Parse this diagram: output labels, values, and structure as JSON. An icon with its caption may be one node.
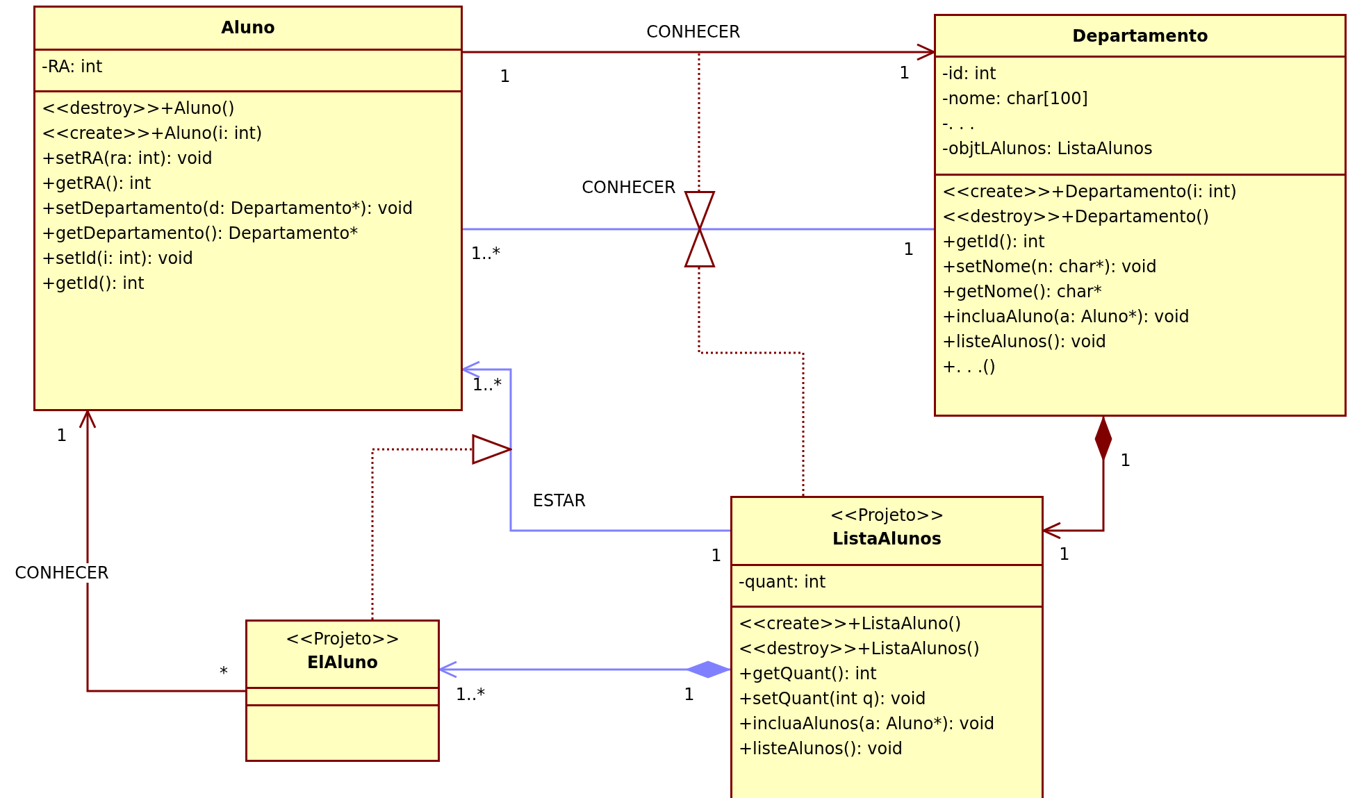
{
  "diagram": {
    "nodes": [
      {
        "text": [
          "Aluno"
        ]
      },
      {
        "text": [
          "-RA: int"
        ],
        "in": 0
      },
      {
        "text": [
          "<<destroy>>+Aluno()",
          "<<create>>+Aluno(i: int)",
          "+setRA(ra: int): void",
          "+getRA(): int",
          "+setDepartamento(d: Departamento*): void",
          "+getDepartamento(): Departamento*",
          "+setId(i: int): void",
          "+getId(): int"
        ],
        "in": 0
      },
      {
        "text": [
          "Departamento"
        ]
      },
      {
        "text": [
          "-id: int",
          "-nome: char[100]",
          "-. . .",
          "-objtLAlunos: ListaAlunos"
        ],
        "in": 3
      },
      {
        "text": [
          "<<create>>+Departamento(i: int)",
          "<<destroy>>+Departamento()",
          "+getId(): int",
          "+setNome(n: char*): void",
          "+getNome(): char*",
          "+incluaAluno(a: Aluno*): void",
          "+listeAlunos(): void",
          "+. . .()"
        ],
        "in": 3
      },
      {
        "text": [
          "<<Projeto>>",
          "ListaAlunos"
        ]
      },
      {
        "text": [
          "-quant: int"
        ],
        "in": 6
      },
      {
        "text": [
          "<<create>>+ListaAluno()",
          "<<destroy>>+ListaAlunos()",
          "+getQuant(): int",
          "+setQuant(int q): void",
          "+incluaAlunos(a: Aluno*): void",
          "+listeAlunos(): void"
        ],
        "in": 6
      },
      {
        "text": [
          "<<Projeto>>",
          "ElAluno"
        ]
      },
      {
        "text": [],
        "shape": "box",
        "in": 9
      },
      {
        "text": [],
        "shape": "box",
        "in": 9
      },
      {
        "text": [],
        "shape": "bowtie"
      }
    ],
    "edges": [
      {
        "from": 0,
        "to": 3,
        "arrow": "to",
        "label": "CONHECER"
      },
      {
        "from": 0,
        "to": 3,
        "arrow": "none",
        "label": "CONHECER",
        "color": "#8080ff"
      },
      {
        "from": 6,
        "to": 0,
        "arrow": "to",
        "label": "ESTAR",
        "color": "#8080ff"
      },
      {
        "from": 9,
        "to": 0,
        "arrow": "to",
        "label": "CONHECER"
      },
      {
        "from": 6,
        "to": 9,
        "arrow": "to",
        "color": "#8080ff"
      },
      {
        "from": 3,
        "to": 6,
        "arrow": "to"
      },
      {
        "from": null,
        "to": 12,
        "arrow": "none",
        "style": "dashed"
      },
      {
        "from": 12,
        "to": 6,
        "arrow": "none",
        "style": "dashed"
      },
      {
        "from": 9,
        "to": null,
        "arrow": "to",
        "style": "dashed"
      }
    ],
    "labels": [
      "1",
      "1",
      "1..*",
      "1",
      "1..*",
      "1",
      "1",
      "1",
      "1",
      "*",
      "1..*",
      "1"
    ]
  }
}
